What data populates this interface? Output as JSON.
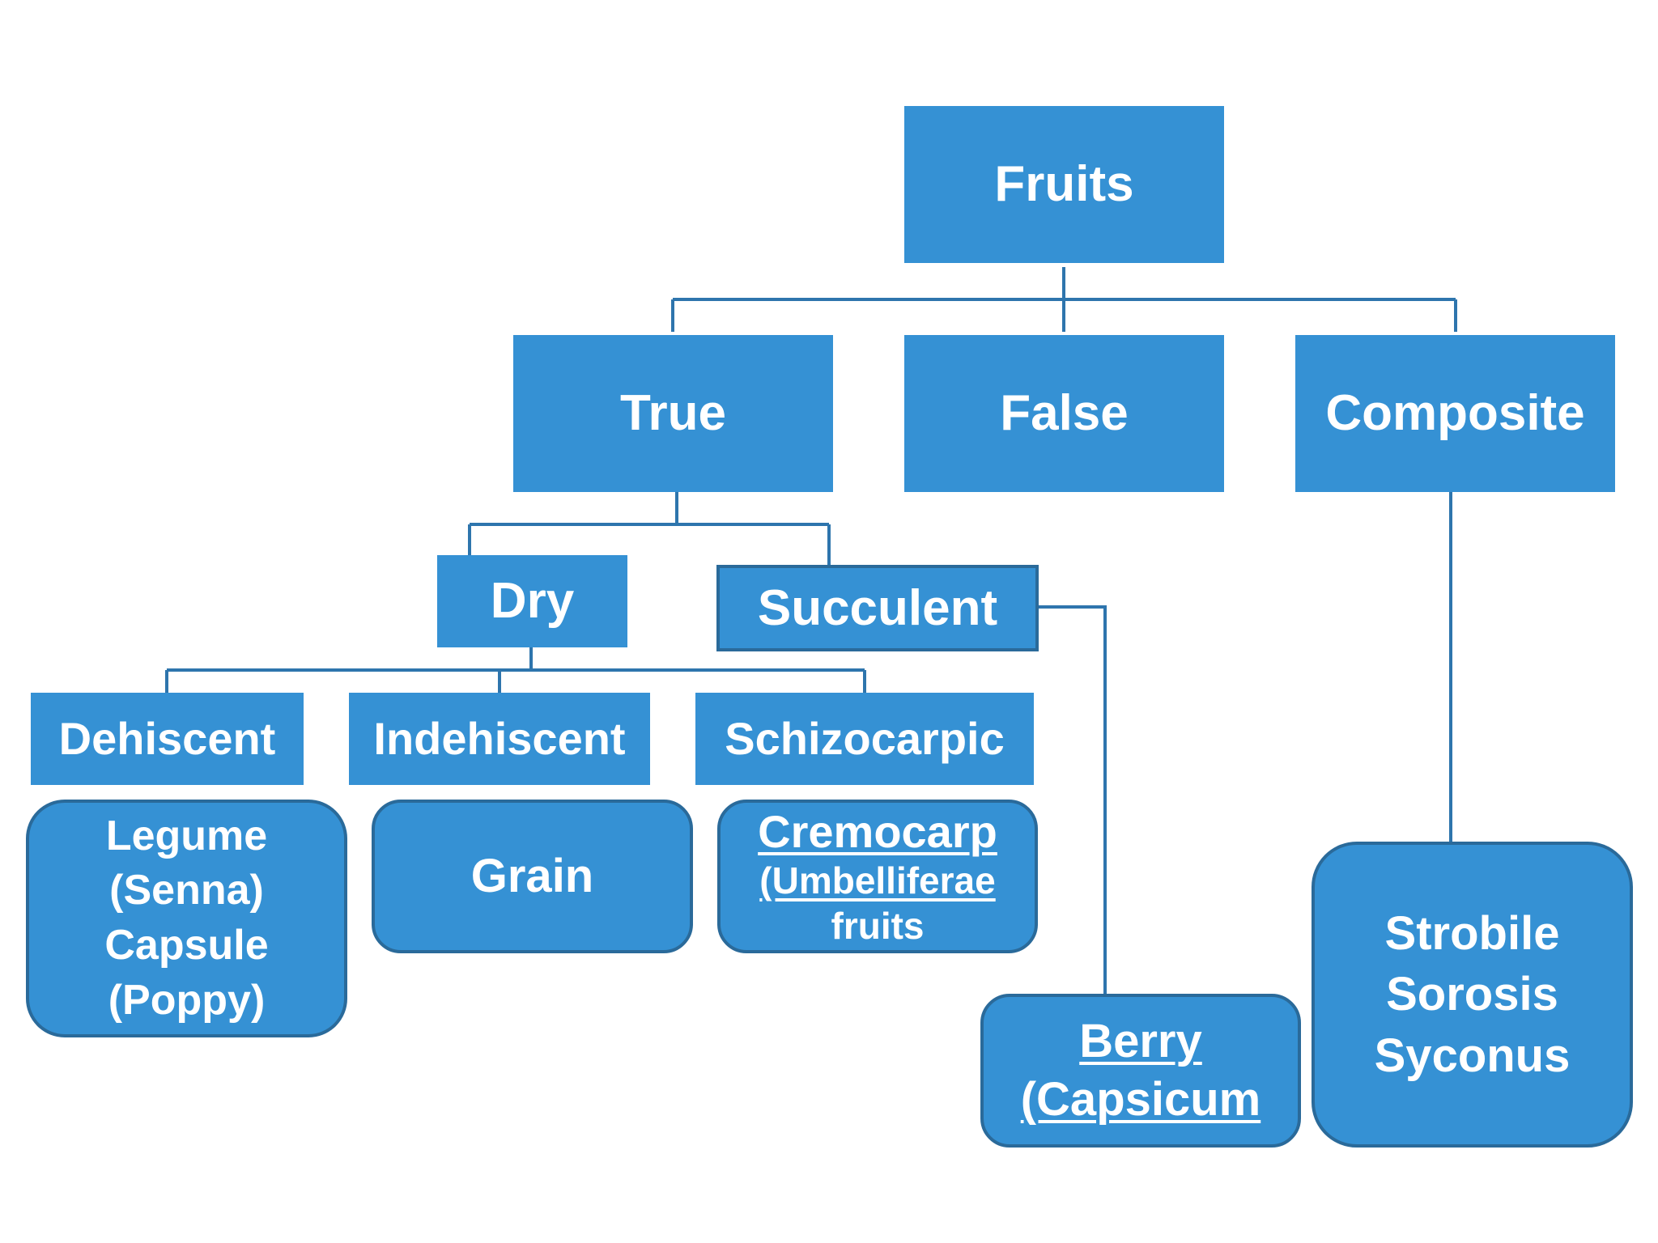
{
  "diagram": {
    "root": "Fruits",
    "level1": {
      "true": "True",
      "false": "False",
      "composite": "Composite"
    },
    "true_types": {
      "dry": "Dry",
      "succulent": "Succulent"
    },
    "dry_types": {
      "dehiscent": "Dehiscent",
      "indehiscent": "Indehiscent",
      "schizocarpic": "Schizocarpic"
    },
    "examples": {
      "dehiscent": [
        "Legume",
        "(Senna)",
        "Capsule",
        "(Poppy)"
      ],
      "indehiscent": [
        "Grain"
      ],
      "schizocarpic": [
        "Cremocarp",
        "(Umbelliferae",
        "fruits"
      ],
      "succulent": [
        "Berry",
        "(Capsicum"
      ],
      "composite": [
        "Strobile",
        "Sorosis",
        "Syconus"
      ]
    }
  },
  "colors": {
    "box_fill": "#3591d4",
    "box_border": "#2a6a9a",
    "connector": "#2e75ad",
    "text": "#ffffff"
  }
}
